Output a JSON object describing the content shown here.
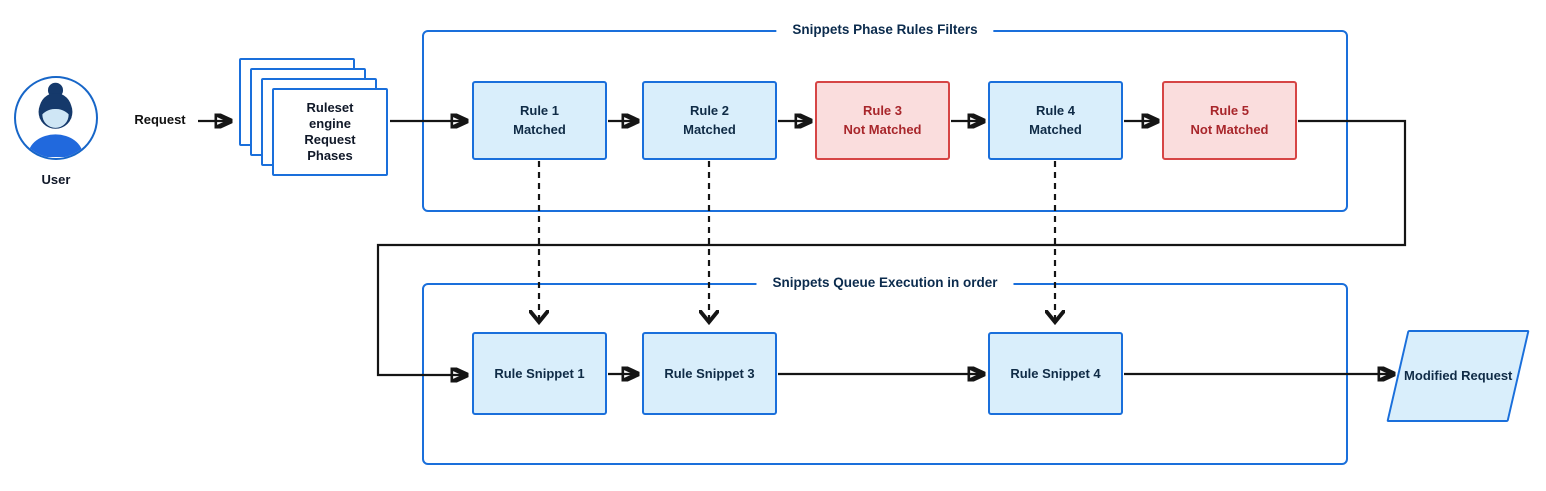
{
  "diagram": {
    "user_label": "User",
    "request_label": "Request",
    "ruleset_stack_label": "Ruleset engine Request Phases",
    "phase_filters": {
      "title": "Snippets Phase Rules Filters",
      "rules": [
        {
          "name": "Rule 1",
          "status": "Matched"
        },
        {
          "name": "Rule 2",
          "status": "Matched"
        },
        {
          "name": "Rule 3",
          "status": "Not Matched"
        },
        {
          "name": "Rule 4",
          "status": "Matched"
        },
        {
          "name": "Rule 5",
          "status": "Not Matched"
        }
      ]
    },
    "queue": {
      "title": "Snippets Queue Execution in order",
      "snippets": [
        "Rule Snippet 1",
        "Rule Snippet 3",
        "Rule Snippet 4"
      ]
    },
    "output_label": "Modified Request",
    "colors": {
      "box_border_blue": "#1a6fdb",
      "box_fill_blue": "#d9eefb",
      "box_border_red": "#d64545",
      "box_fill_red": "#fadddd",
      "matched_text": "#0f2b46",
      "not_matched_text": "#a8262b",
      "title_text": "#0b2b4d",
      "line": "#151515"
    }
  }
}
